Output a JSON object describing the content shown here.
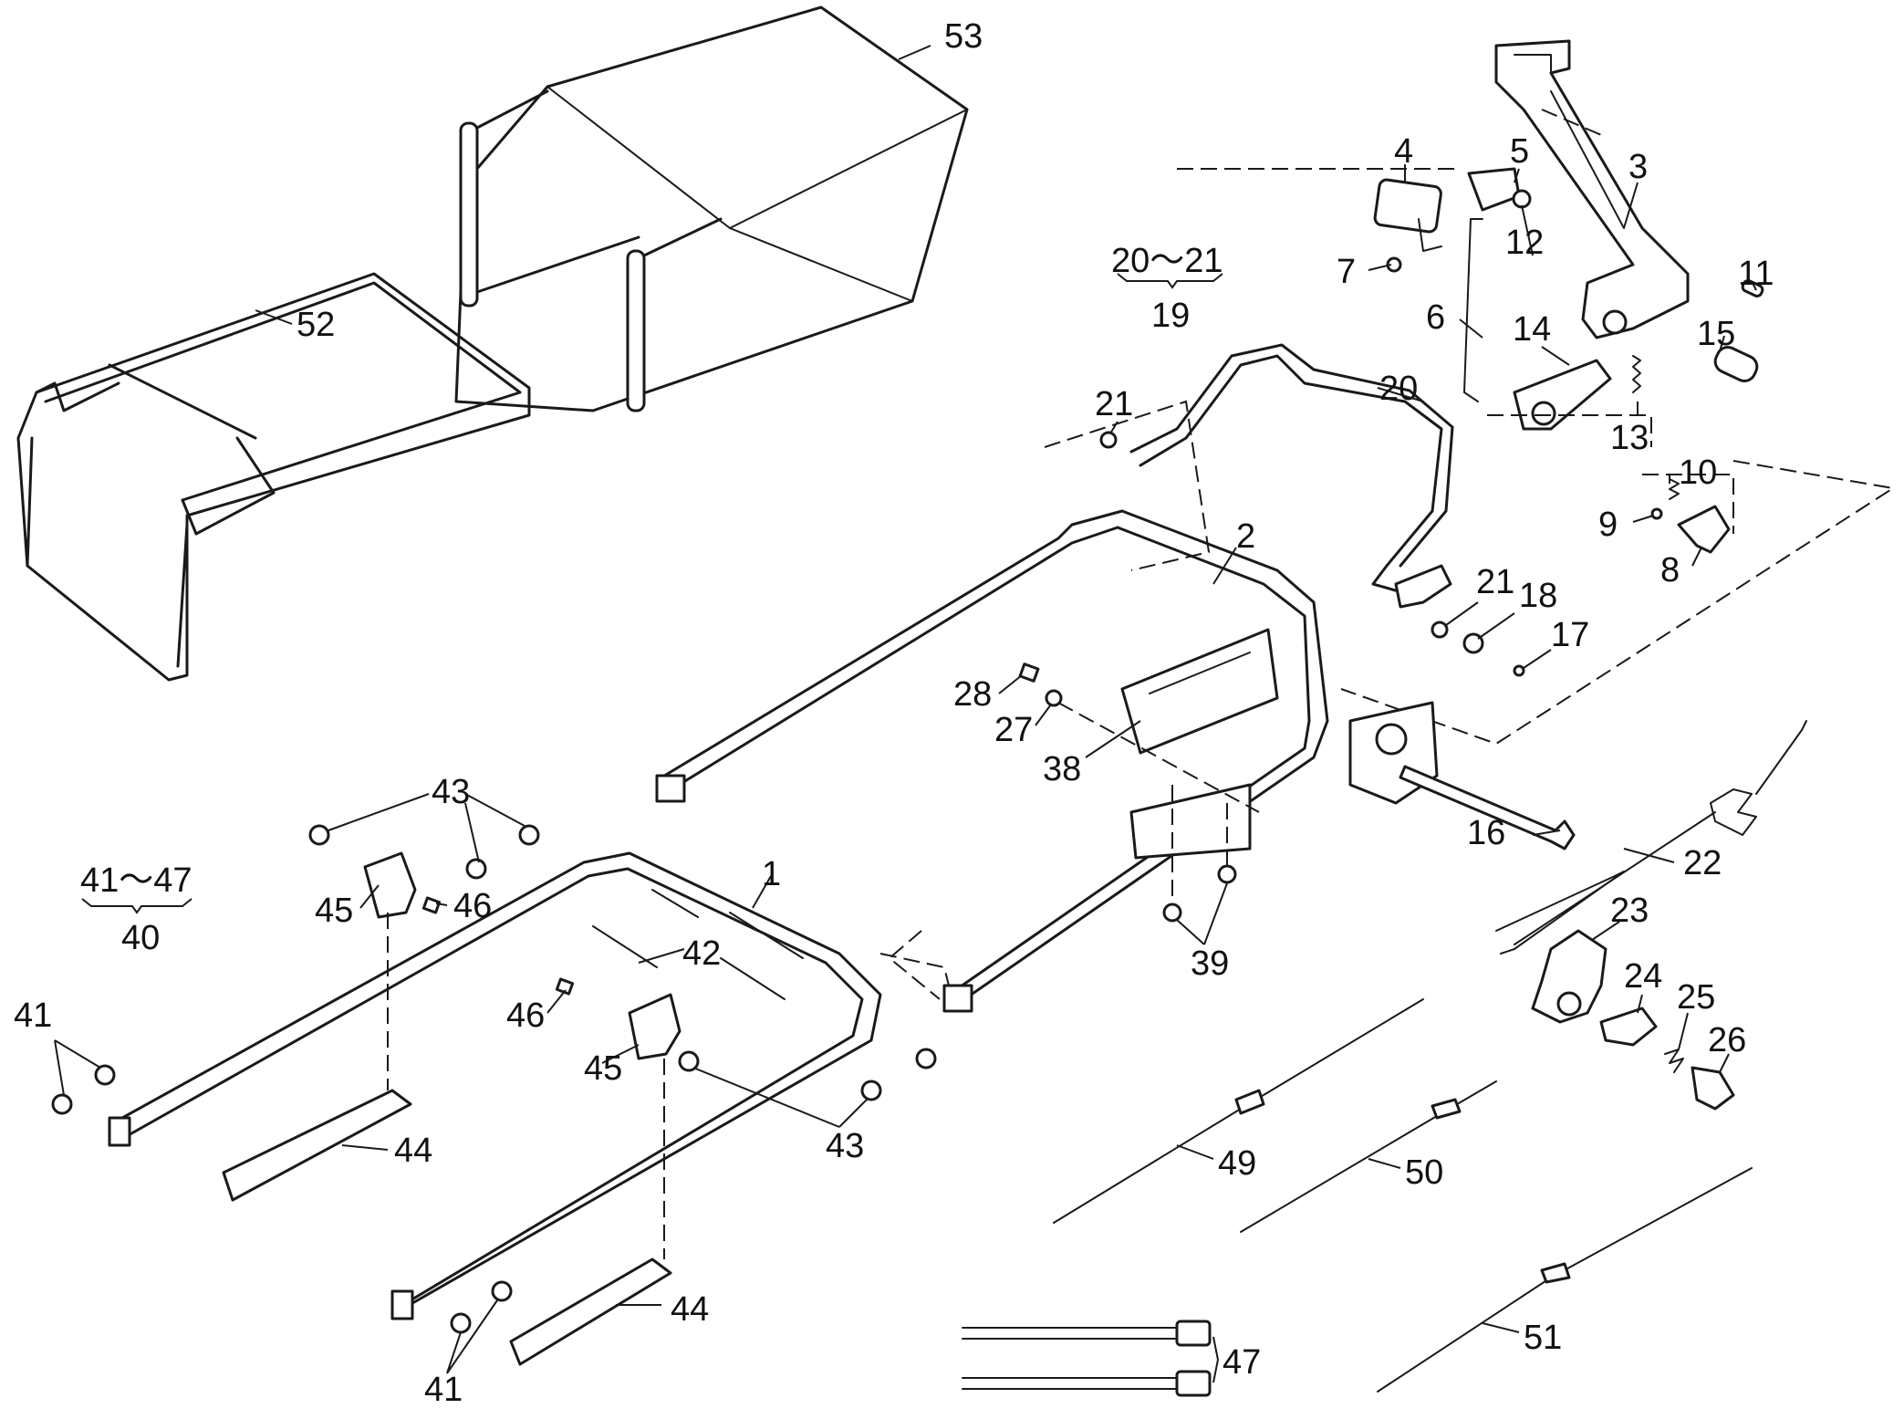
{
  "title": "",
  "callouts": [
    {
      "id": "53",
      "text": "53"
    },
    {
      "id": "52",
      "text": "52"
    },
    {
      "id": "4",
      "text": "4"
    },
    {
      "id": "5",
      "text": "5"
    },
    {
      "id": "3",
      "text": "3"
    },
    {
      "id": "12",
      "text": "12"
    },
    {
      "id": "7",
      "text": "7"
    },
    {
      "id": "11",
      "text": "11"
    },
    {
      "id": "6",
      "text": "6"
    },
    {
      "id": "14",
      "text": "14"
    },
    {
      "id": "15",
      "text": "15"
    },
    {
      "id": "13",
      "text": "13"
    },
    {
      "id": "10",
      "text": "10"
    },
    {
      "id": "9",
      "text": "9"
    },
    {
      "id": "8",
      "text": "8"
    },
    {
      "id": "20",
      "text": "20"
    },
    {
      "id": "21a",
      "text": "21"
    },
    {
      "id": "21b",
      "text": "21"
    },
    {
      "id": "18",
      "text": "18"
    },
    {
      "id": "17",
      "text": "17"
    },
    {
      "id": "2",
      "text": "2"
    },
    {
      "id": "28",
      "text": "28"
    },
    {
      "id": "27",
      "text": "27"
    },
    {
      "id": "38",
      "text": "38"
    },
    {
      "id": "16",
      "text": "16"
    },
    {
      "id": "22",
      "text": "22"
    },
    {
      "id": "23",
      "text": "23"
    },
    {
      "id": "24",
      "text": "24"
    },
    {
      "id": "25",
      "text": "25"
    },
    {
      "id": "26",
      "text": "26"
    },
    {
      "id": "39",
      "text": "39"
    },
    {
      "id": "43a",
      "text": "43"
    },
    {
      "id": "45a",
      "text": "45"
    },
    {
      "id": "46a",
      "text": "46"
    },
    {
      "id": "42",
      "text": "42"
    },
    {
      "id": "1",
      "text": "1"
    },
    {
      "id": "41a",
      "text": "41"
    },
    {
      "id": "46b",
      "text": "46"
    },
    {
      "id": "45b",
      "text": "45"
    },
    {
      "id": "43b",
      "text": "43"
    },
    {
      "id": "44a",
      "text": "44"
    },
    {
      "id": "44b",
      "text": "44"
    },
    {
      "id": "41b",
      "text": "41"
    },
    {
      "id": "49",
      "text": "49"
    },
    {
      "id": "50",
      "text": "50"
    },
    {
      "id": "51",
      "text": "51"
    },
    {
      "id": "47",
      "text": "47"
    }
  ],
  "groups": [
    {
      "id": "19",
      "range": "20～21",
      "text": "19"
    },
    {
      "id": "40",
      "range": "41～47",
      "text": "40"
    }
  ]
}
